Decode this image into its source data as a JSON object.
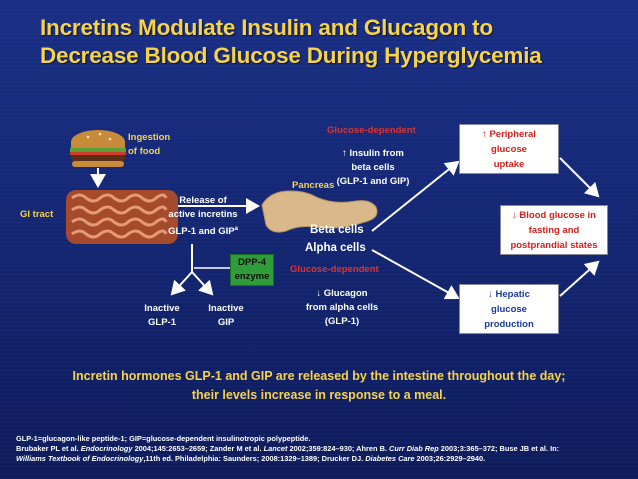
{
  "title": {
    "line1": "Incretins Modulate Insulin and Glucagon to",
    "line2": "Decrease Blood Glucose During Hyperglycemia"
  },
  "labels": {
    "ingestion_1": "Ingestion",
    "ingestion_2": "of food",
    "gi_tract": "GI tract",
    "release_1": "Release of",
    "release_2": "active incretins",
    "release_3": "GLP-1 and GIP",
    "release_sup": "a",
    "pancreas": "Pancreas",
    "glucose_dep_top": "Glucose-dependent",
    "insulin_arrow": "↑",
    "insulin_1": "Insulin from",
    "insulin_2": "beta cells",
    "insulin_3": "(GLP-1 and GIP)",
    "beta_cells": "Beta cells",
    "alpha_cells": "Alpha cells",
    "glucose_dep_bottom": "Glucose-dependent",
    "glucagon_arrow": "↓",
    "glucagon_1": "Glucagon",
    "glucagon_2": "from alpha cells",
    "glucagon_3": "(GLP-1)",
    "inactive_glp1_1": "Inactive",
    "inactive_glp1_2": "GLP-1",
    "inactive_gip_1": "Inactive",
    "inactive_gip_2": "GIP"
  },
  "dpp4": {
    "line1": "DPP-4",
    "line2": "enzyme"
  },
  "boxes": {
    "peripheral": {
      "arrow": "↑",
      "line1": "Peripheral",
      "line2": "glucose",
      "line3": "uptake"
    },
    "blood_glucose": {
      "arrow": "↓",
      "line1": "Blood glucose in",
      "line2": "fasting and",
      "line3": "postprandial states"
    },
    "hepatic": {
      "arrow": "↓",
      "line1": "Hepatic",
      "line2": "glucose",
      "line3": "production"
    }
  },
  "bottom_note": {
    "line1": "Incretin hormones GLP-1 and GIP are released by the intestine throughout the day;",
    "line2": "their levels increase in response to a meal."
  },
  "references": {
    "line1": "GLP-1=glucagon-like peptide-1; GIP=glucose-dependent insulinotropic polypeptide.",
    "line2_a": "Brubaker PL et al. ",
    "line2_b": "Endocrinology",
    "line2_c": " 2004;145:2653–2659; Zander M et al. ",
    "line2_d": "Lancet",
    "line2_e": " 2002;359:824–930; Ahren B. ",
    "line2_f": "Curr Diab Rep",
    "line2_g": " 2003;3:365–372; Buse JB et al. In:",
    "line3_a": "Williams Textbook of Endocrinology",
    "line3_b": ",11th ed. Philadelphia: Saunders; 2008:1329–1389; Drucker DJ. ",
    "line3_c": "Diabetes Care",
    "line3_d": " 2003;26:2929–2940."
  },
  "colors": {
    "title": "#f7d34a",
    "accent_red": "#e1322c",
    "background": "#142673",
    "dpp4_green": "#2f9c3a"
  }
}
